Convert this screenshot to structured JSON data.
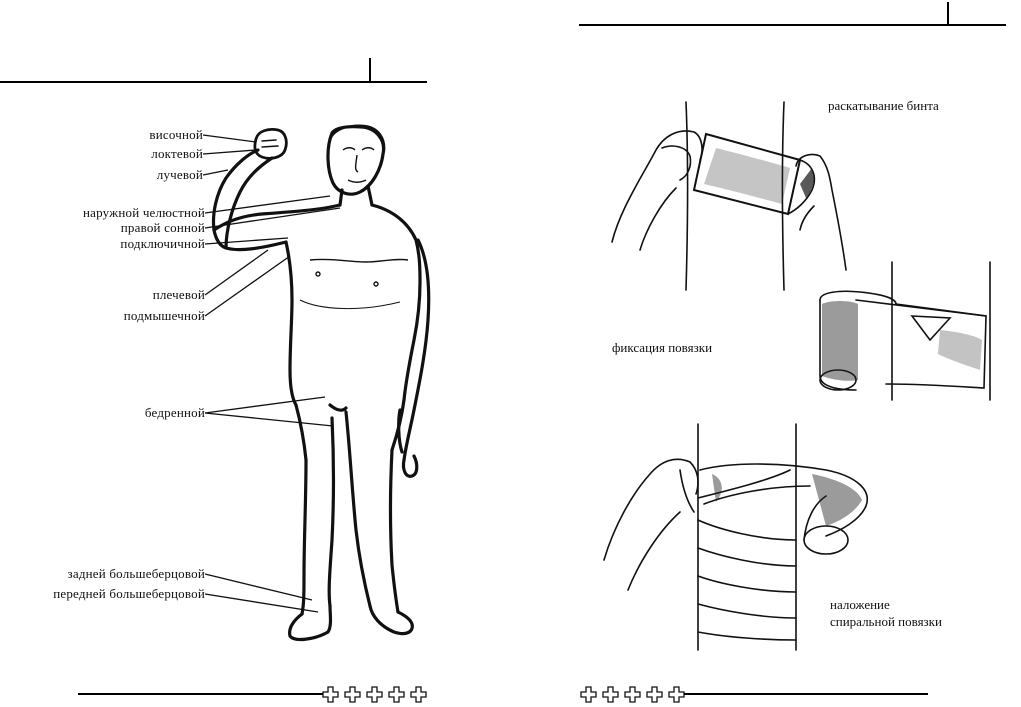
{
  "left_page": {
    "labels": [
      {
        "key": "temporal",
        "text": "височной"
      },
      {
        "key": "ulnar",
        "text": "локтевой"
      },
      {
        "key": "radial",
        "text": "лучевой"
      },
      {
        "key": "facial",
        "text": "наружной челюстной"
      },
      {
        "key": "carotid",
        "text": "правой сонной"
      },
      {
        "key": "subclavian",
        "text": "подключичной"
      },
      {
        "key": "brachial",
        "text": "плечевой"
      },
      {
        "key": "axillary",
        "text": "подмышечной"
      },
      {
        "key": "femoral",
        "text": "бедренной"
      },
      {
        "key": "post_tibial",
        "text": "задней большеберцовой"
      },
      {
        "key": "ant_tibial",
        "text": "передней большеберцовой"
      }
    ]
  },
  "right_page": {
    "captions": {
      "unroll": "раскатывание бинта",
      "fixation": "фиксация повязки",
      "apply_line1": "наложение",
      "apply_line2": "спиральной повязки"
    }
  },
  "colors": {
    "ink": "#111111",
    "paper": "#ffffff"
  }
}
